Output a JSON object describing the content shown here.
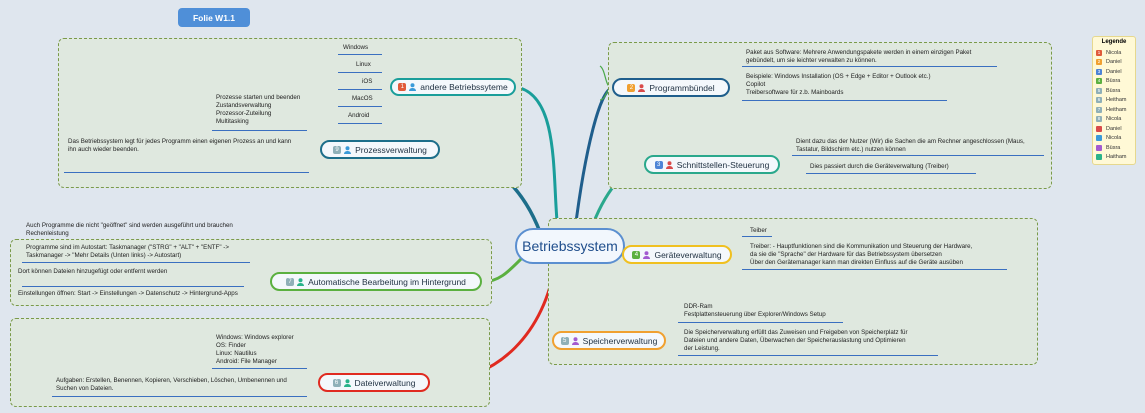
{
  "slide_label": "Folie W1.1",
  "root": "Betriebssystem",
  "colors": {
    "purple_person": "#a35bd0",
    "blue_person": "#3a9ad9",
    "red_person": "#d94a4a",
    "teal_person": "#2ab38a",
    "badge_red": "#e05a3a",
    "badge_orange": "#f0a030",
    "badge_blue": "#4d84d6",
    "badge_green": "#5bb040",
    "badge_gray": "#8fb0b8"
  },
  "branches": {
    "andere": {
      "badge": "1",
      "label": "andere Betriebssyteme",
      "items": [
        "Windows",
        "Linux",
        "iOS",
        "MacOS",
        "Android"
      ]
    },
    "prozess": {
      "badge": "9",
      "label": "Prozessverwaltung",
      "list": "Prozesse starten und beenden\nZustandsverwaltung\nProzessor-Zuteilung\nMultitasking",
      "desc": "Das Betriebssystem legt für jedes Programm einen eigenen Prozess an und kann\nihn auch wieder beenden."
    },
    "programm": {
      "badge": "2",
      "label": "Programmbündel",
      "t1": "Paket aus Software: Mehrere Anwendungspakete werden in einem einzigen Paket\ngebündelt, um sie leichter verwalten zu können.",
      "t2": "Beispiele: Windows Installation (OS + Edge + Editor + Outlook etc.)\n                          Copilot\n                          Treibersoftware für z.b. Mainboards"
    },
    "schnitt": {
      "badge": "3",
      "label": "Schnittstellen-Steuerung",
      "t1": "Dient dazu das der Nutzer (Wir) die Sachen die am Rechner angeschlossen (Maus,\nTastatur, Bildschirm etc.) nutzen können",
      "t2": "Dies passiert durch die Geräteverwaltung (Treiber)"
    },
    "geraete": {
      "badge": "4",
      "label": "Geräteverwaltung",
      "t1": "Teiber",
      "t2": "Treiber: - Hauptfunktionen sind die Kommunikation und Steuerung der Hardware,\nda sie die \"Sprache\" der Hardware für das Betriebssystem übersetzen\nÜber den Gerätemanager kann man direkten Einfluss auf die Geräte ausüben"
    },
    "speicher": {
      "badge": "5",
      "label": "Speicherverwaltung",
      "t1": "DDR-Ram\nFestplattensteuerung über Explorer/Windows Setup",
      "t2": "Die Speicherverwaltung erfüllt das Zuweisen und Freigeben von Speicherplatz für\nDateien und andere Daten, Überwachen der Speicherauslastung und Optimieren\nder Leistung."
    },
    "auto": {
      "badge": "7",
      "label": "Automatische Bearbeitung im Hintergrund",
      "t1": "Auch Programme die nicht \"geöffnet\" sind werden ausgeführt und brauchen\nRechenleistung",
      "t2": "Programme sind im Autostart: Taskmanager (\"STRG\" + \"ALT\" + \"ENTF\" ->\nTaskmanager -> \"Mehr Details (Unten links) -> Autostart)",
      "t3": "Dort können Dateien hinzugefügt oder entfernt werden",
      "t4": "Einstellungen öffnen: Start -> Einstellungen -> Datenschutz -> Hintergrund-Apps"
    },
    "datei": {
      "badge": "6",
      "label": "Dateiverwaltung",
      "t1": "Windows: Windows explorer\nOS: Finder\nLinux: Nautilus\nAndroid: File Manager",
      "t2": "Aufgaben: Erstellen, Benennen, Kopieren, Verschieben, Löschen, Umbenennen und\nSuchen von Dateien."
    }
  },
  "legend": {
    "title": "Legende",
    "items": [
      {
        "num": "1",
        "name": "Nicola",
        "color": "#e05a3a"
      },
      {
        "num": "2",
        "name": "Daniel",
        "color": "#f0a030"
      },
      {
        "num": "3",
        "name": "Daniel",
        "color": "#4d84d6"
      },
      {
        "num": "4",
        "name": "Büsra",
        "color": "#5bb040"
      },
      {
        "num": "5",
        "name": "Büsra",
        "color": "#8fb0b8"
      },
      {
        "num": "6",
        "name": "Heitham",
        "color": "#8fb0b8"
      },
      {
        "num": "7",
        "name": "Heitham",
        "color": "#8fb0b8"
      },
      {
        "num": "8",
        "name": "Nicola",
        "color": "#8fb0b8"
      },
      {
        "num": "",
        "name": "Daniel",
        "color": "#d94a4a"
      },
      {
        "num": "",
        "name": "Nicola",
        "color": "#3a9ad9"
      },
      {
        "num": "",
        "name": "Büsra",
        "color": "#a35bd0"
      },
      {
        "num": "",
        "name": "Haitham",
        "color": "#2ab38a"
      }
    ]
  }
}
